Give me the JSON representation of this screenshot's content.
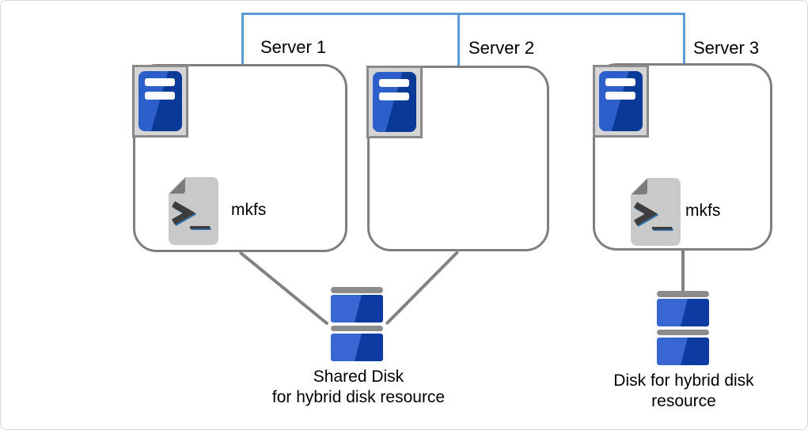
{
  "servers": [
    {
      "label": "Server 1",
      "mkfs_label": "mkfs"
    },
    {
      "label": "Server 2"
    },
    {
      "label": "Server 3",
      "mkfs_label": "mkfs"
    }
  ],
  "disks": [
    {
      "line1": "Shared Disk",
      "line2": "for hybrid disk resource"
    },
    {
      "line1": "Disk for hybrid disk",
      "line2": "resource"
    }
  ],
  "colors": {
    "connector_blue": "#5b9bd5",
    "box_border": "#7f7f7f",
    "line_gray": "#828282",
    "icon_frame_bg": "#d5d5d5",
    "icon_frame_border": "#8a8a8a",
    "blue_light": "#2d5fca",
    "blue_dark": "#0a3a97",
    "disk_blue_light": "#3866d2",
    "disk_blue_dark": "#0d3ba1",
    "disk_bar_gray": "#8c8c8c",
    "doc_gray": "#c9c9c9",
    "doc_fold_gray": "#7b7b7b",
    "text_black": "#000000",
    "frame_border": "#d6d6d6"
  }
}
